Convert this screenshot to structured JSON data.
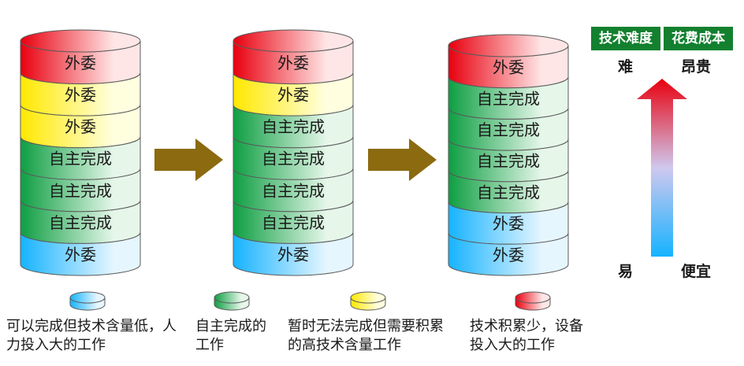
{
  "columns": [
    {
      "name": "column-1",
      "segments": [
        {
          "label": "外委",
          "kind": "red"
        },
        {
          "label": "外委",
          "kind": "yellow"
        },
        {
          "label": "外委",
          "kind": "yellow"
        },
        {
          "label": "自主完成",
          "kind": "green"
        },
        {
          "label": "自主完成",
          "kind": "green"
        },
        {
          "label": "自主完成",
          "kind": "green"
        },
        {
          "label": "外委",
          "kind": "blue"
        }
      ]
    },
    {
      "name": "column-2",
      "segments": [
        {
          "label": "外委",
          "kind": "red"
        },
        {
          "label": "外委",
          "kind": "yellow"
        },
        {
          "label": "自主完成",
          "kind": "green"
        },
        {
          "label": "自主完成",
          "kind": "green"
        },
        {
          "label": "自主完成",
          "kind": "green"
        },
        {
          "label": "自主完成",
          "kind": "green"
        },
        {
          "label": "外委",
          "kind": "blue"
        }
      ]
    },
    {
      "name": "column-3",
      "segments": [
        {
          "label": "外委",
          "kind": "red"
        },
        {
          "label": "自主完成",
          "kind": "green"
        },
        {
          "label": "自主完成",
          "kind": "green"
        },
        {
          "label": "自主完成",
          "kind": "green"
        },
        {
          "label": "自主完成",
          "kind": "green"
        },
        {
          "label": "外委",
          "kind": "blue"
        },
        {
          "label": "外委",
          "kind": "blue"
        }
      ]
    }
  ],
  "colors": {
    "red": [
      "#e8000f",
      "#ffe6e6"
    ],
    "yellow": [
      "#ffe800",
      "#ffffe0"
    ],
    "green": [
      "#0e9e42",
      "#e6f7ea"
    ],
    "blue": [
      "#16b3ff",
      "#e6f6ff"
    ],
    "arrow": "#8b6a10",
    "badge": "#12802e"
  },
  "legend": [
    {
      "kind": "blue",
      "text": "可以完成但技术含量低，人力投入大的工作"
    },
    {
      "kind": "green",
      "text": "自主完成的工作"
    },
    {
      "kind": "yellow",
      "text": "暂时无法完成但需要积累的高技术含量工作"
    },
    {
      "kind": "red",
      "text": "技术积累少，设备投入大的工作"
    }
  ],
  "scale": {
    "difficulty_title": "技术难度",
    "cost_title": "花费成本",
    "difficulty_high": "难",
    "cost_high": "昂贵",
    "difficulty_low": "易",
    "cost_low": "便宜"
  }
}
